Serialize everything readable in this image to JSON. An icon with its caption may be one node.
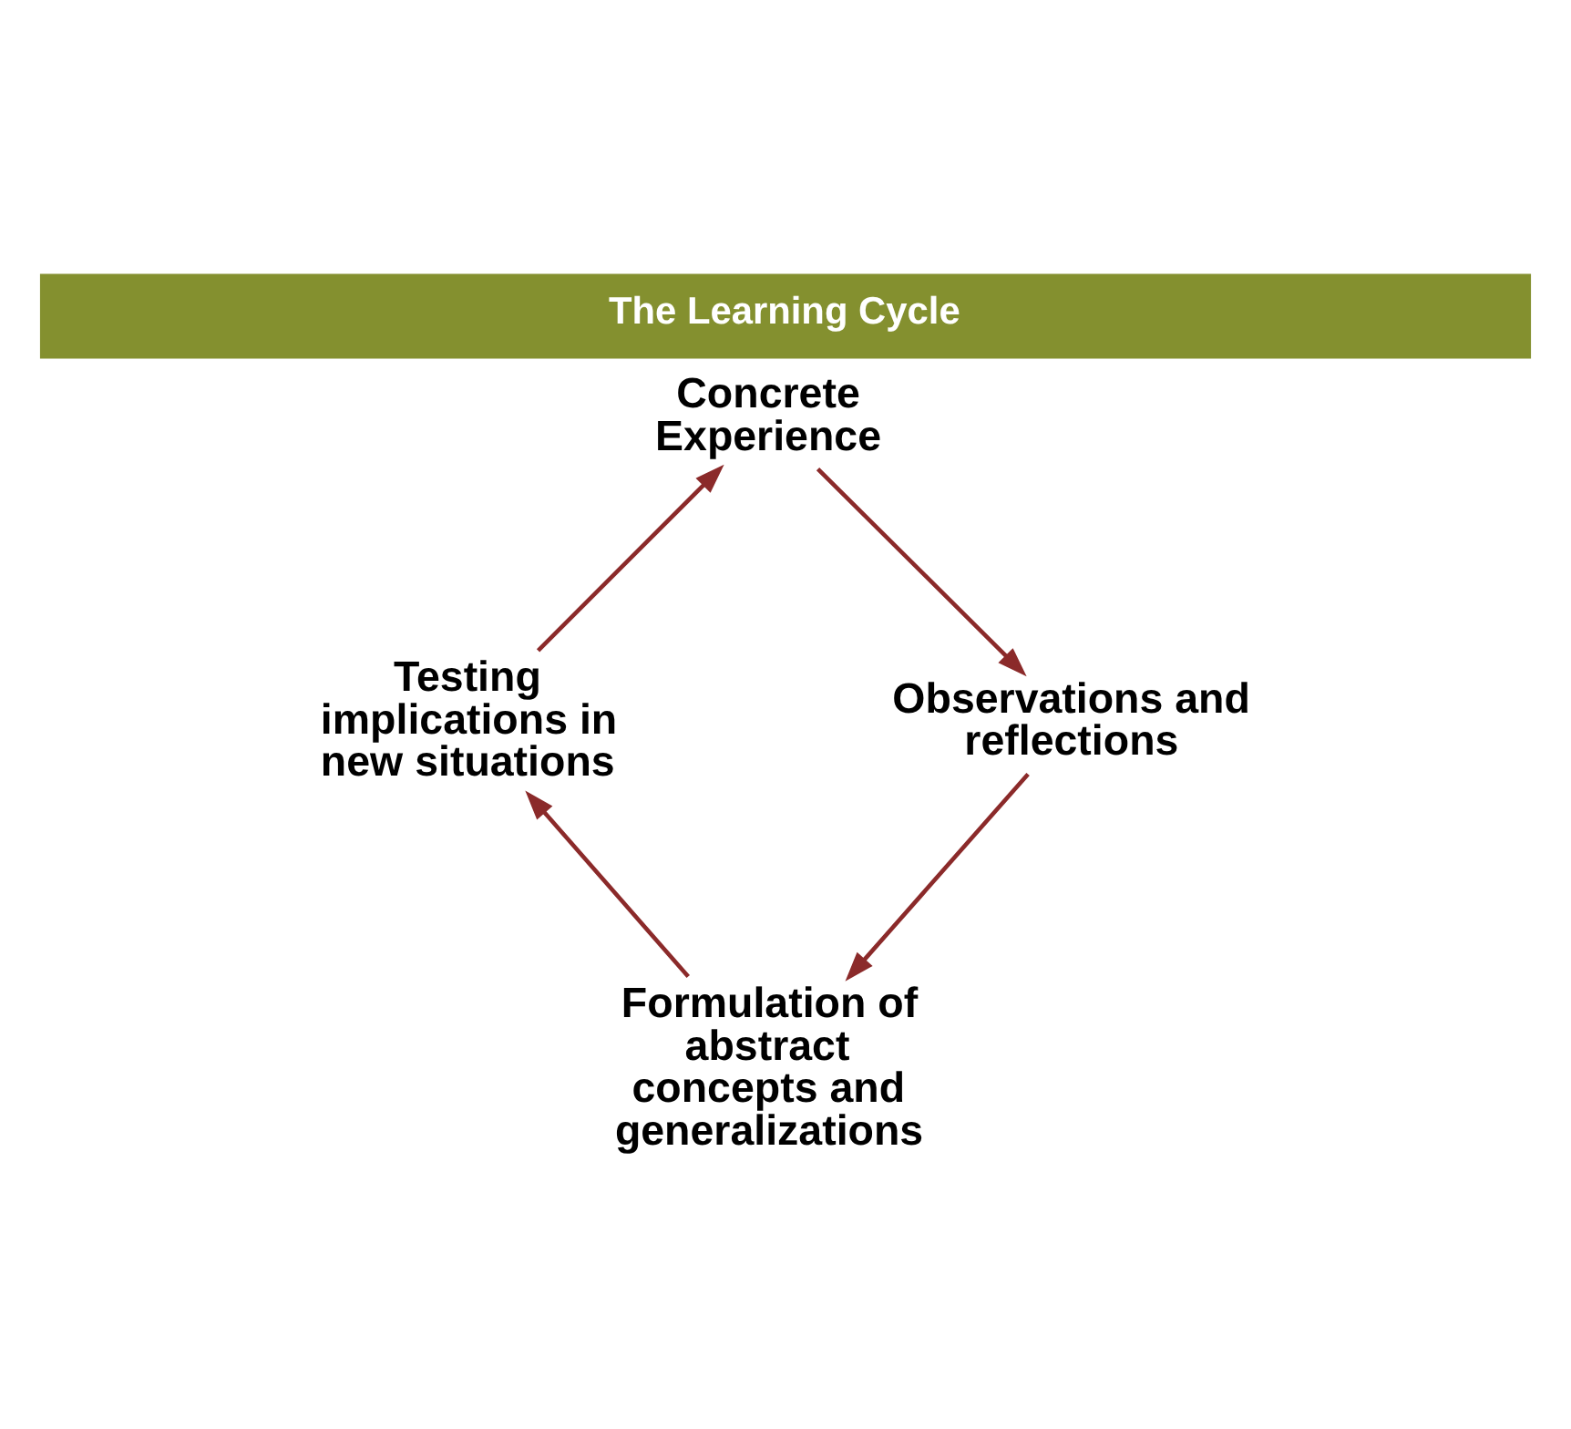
{
  "diagram": {
    "title": "The Learning Cycle",
    "nodes": [
      {
        "text": [
          "Concrete Experience"
        ]
      },
      {
        "text": [
          "Observations and reflections"
        ]
      },
      {
        "text": [
          "Formulation of abstract concepts and generalizations"
        ]
      },
      {
        "text": [
          "Testing implications in new situations"
        ]
      }
    ],
    "edges": [
      {
        "from": 0,
        "to": 1,
        "arrow": "to"
      },
      {
        "from": 1,
        "to": 2,
        "arrow": "to"
      },
      {
        "from": 2,
        "to": 3,
        "arrow": "to"
      },
      {
        "from": 3,
        "to": 0,
        "arrow": "to"
      }
    ]
  }
}
